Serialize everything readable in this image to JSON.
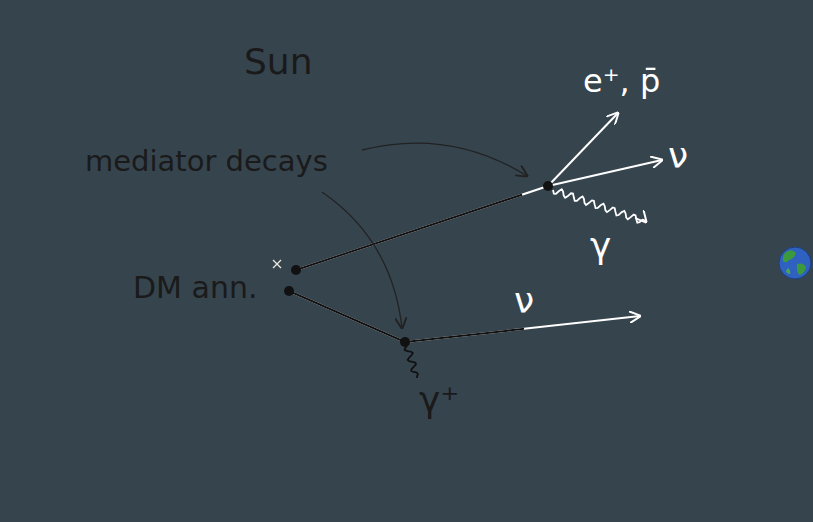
{
  "diagram": {
    "nodes": [
      {
        "text": [
          "Sun"
        ]
      }
    ],
    "labels": [
      "mediator decays",
      "DM ann.",
      "e⁺, p̄",
      "ν",
      "γ",
      "ν",
      "γ⁺"
    ]
  }
}
